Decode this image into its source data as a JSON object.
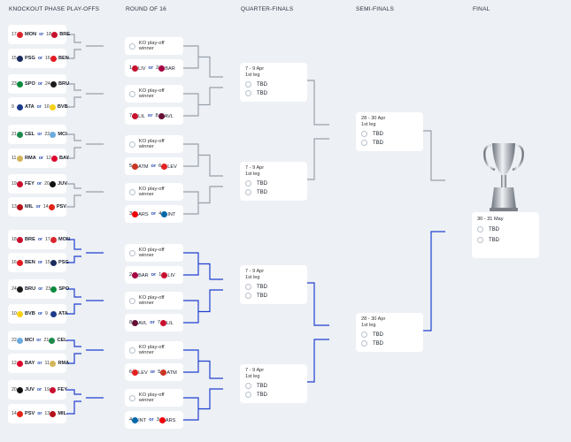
{
  "headers": {
    "playoffs": "KNOCKOUT PHASE PLAY-OFFS",
    "r16": "ROUND OF 16",
    "qf": "QUARTER-FINALS",
    "sf": "SEMI-FINALS",
    "final": "FINAL"
  },
  "or": "or",
  "playoffs": [
    {
      "s1": "17",
      "t1": "MON",
      "c1": "#d9262e",
      "s2": "18",
      "t2": "BRE",
      "c2": "#c8102e"
    },
    {
      "s1": "15",
      "t1": "PSG",
      "c1": "#1a2c5e",
      "s2": "16",
      "t2": "BEN",
      "c2": "#e31b23"
    },
    {
      "s1": "23",
      "t1": "SPO",
      "c1": "#0b8a3d",
      "s2": "24",
      "t2": "BRU",
      "c2": "#1b1b1b"
    },
    {
      "s1": "9",
      "t1": "ATA",
      "c1": "#1b3a8a",
      "s2": "10",
      "t2": "BVB",
      "c2": "#f7d117"
    },
    {
      "s1": "21",
      "t1": "CEL",
      "c1": "#1d8a4b",
      "s2": "22",
      "t2": "MCI",
      "c2": "#6cabdd"
    },
    {
      "s1": "11",
      "t1": "RMA",
      "c1": "#d4b45a",
      "s2": "12",
      "t2": "BAY",
      "c2": "#dc052d"
    },
    {
      "s1": "19",
      "t1": "FEY",
      "c1": "#c8102e",
      "s2": "20",
      "t2": "JUV",
      "c2": "#111111"
    },
    {
      "s1": "13",
      "t1": "MIL",
      "c1": "#b5121b",
      "s2": "14",
      "t2": "PSV",
      "c2": "#e2231a"
    },
    {
      "s1": "18",
      "t1": "BRE",
      "c1": "#c8102e",
      "s2": "17",
      "t2": "MON",
      "c2": "#d9262e"
    },
    {
      "s1": "16",
      "t1": "BEN",
      "c1": "#e31b23",
      "s2": "15",
      "t2": "PSG",
      "c2": "#1a2c5e"
    },
    {
      "s1": "24",
      "t1": "BRU",
      "c1": "#1b1b1b",
      "s2": "23",
      "t2": "SPO",
      "c2": "#0b8a3d"
    },
    {
      "s1": "10",
      "t1": "BVB",
      "c1": "#f7d117",
      "s2": "9",
      "t2": "ATA",
      "c2": "#1b3a8a"
    },
    {
      "s1": "22",
      "t1": "MCI",
      "c1": "#6cabdd",
      "s2": "21",
      "t2": "CEL",
      "c2": "#1d8a4b"
    },
    {
      "s1": "12",
      "t1": "BAY",
      "c1": "#dc052d",
      "s2": "11",
      "t2": "RMA",
      "c2": "#d4b45a"
    },
    {
      "s1": "20",
      "t1": "JUV",
      "c1": "#111111",
      "s2": "19",
      "t2": "FEY",
      "c2": "#c8102e"
    },
    {
      "s1": "14",
      "t1": "PSV",
      "c1": "#e2231a",
      "s2": "13",
      "t2": "MIL",
      "c2": "#b5121b"
    }
  ],
  "ko_label": "KO play-off winner",
  "r16_fixed": [
    {
      "s1": "1",
      "t1": "LIV",
      "c1": "#c8102e",
      "s2": "2",
      "t2": "BAR",
      "c2": "#a50044"
    },
    {
      "s1": "7",
      "t1": "LIL",
      "c1": "#c8102e",
      "s2": "8",
      "t2": "AVL",
      "c2": "#670e36"
    },
    {
      "s1": "5",
      "t1": "ATM",
      "c1": "#cb3524",
      "s2": "6",
      "t2": "LEV",
      "c2": "#e32221"
    },
    {
      "s1": "3",
      "t1": "ARS",
      "c1": "#ef0107",
      "s2": "4",
      "t2": "INT",
      "c2": "#0068a8"
    },
    {
      "s1": "2",
      "t1": "BAR",
      "c1": "#a50044",
      "s2": "1",
      "t2": "LIV",
      "c2": "#c8102e"
    },
    {
      "s1": "8",
      "t1": "AVL",
      "c1": "#670e36",
      "s2": "7",
      "t2": "LIL",
      "c2": "#c8102e"
    },
    {
      "s1": "6",
      "t1": "LEV",
      "c1": "#e32221",
      "s2": "5",
      "t2": "ATM",
      "c2": "#cb3524"
    },
    {
      "s1": "4",
      "t1": "INT",
      "c1": "#0068a8",
      "s2": "3",
      "t2": "ARS",
      "c2": "#ef0107"
    }
  ],
  "qf": {
    "date": "7 - 9 Apr",
    "leg": "1st leg",
    "tbd": "TBD"
  },
  "sf": {
    "date": "28 - 30 Apr",
    "leg": "1st leg",
    "tbd": "TBD"
  },
  "final": {
    "date": "30 - 31 May",
    "tbd": "TBD"
  },
  "colors": {
    "upper_lines": "#9aa1ab",
    "lower_lines": "#1f3fd1"
  }
}
